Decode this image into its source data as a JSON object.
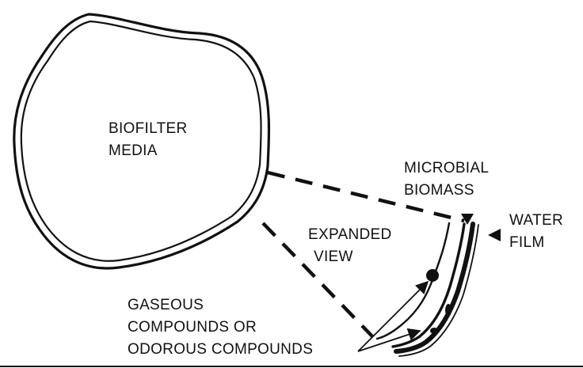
{
  "labels": {
    "biofilter_line1": "BIOFILTER",
    "biofilter_line2": "MEDIA",
    "microbial_line1": "MICROBIAL",
    "microbial_line2": "BIOMASS",
    "water_line1": "WATER",
    "water_line2": "FILM",
    "expanded_line1": "EXPANDED",
    "expanded_line2": "VIEW",
    "gaseous_line1": "GASEOUS",
    "gaseous_line2": "COMPOUNDS OR",
    "gaseous_line3": "ODOROUS COMPOUNDS"
  },
  "colors": {
    "ink": "#111111",
    "background": "#ffffff"
  }
}
